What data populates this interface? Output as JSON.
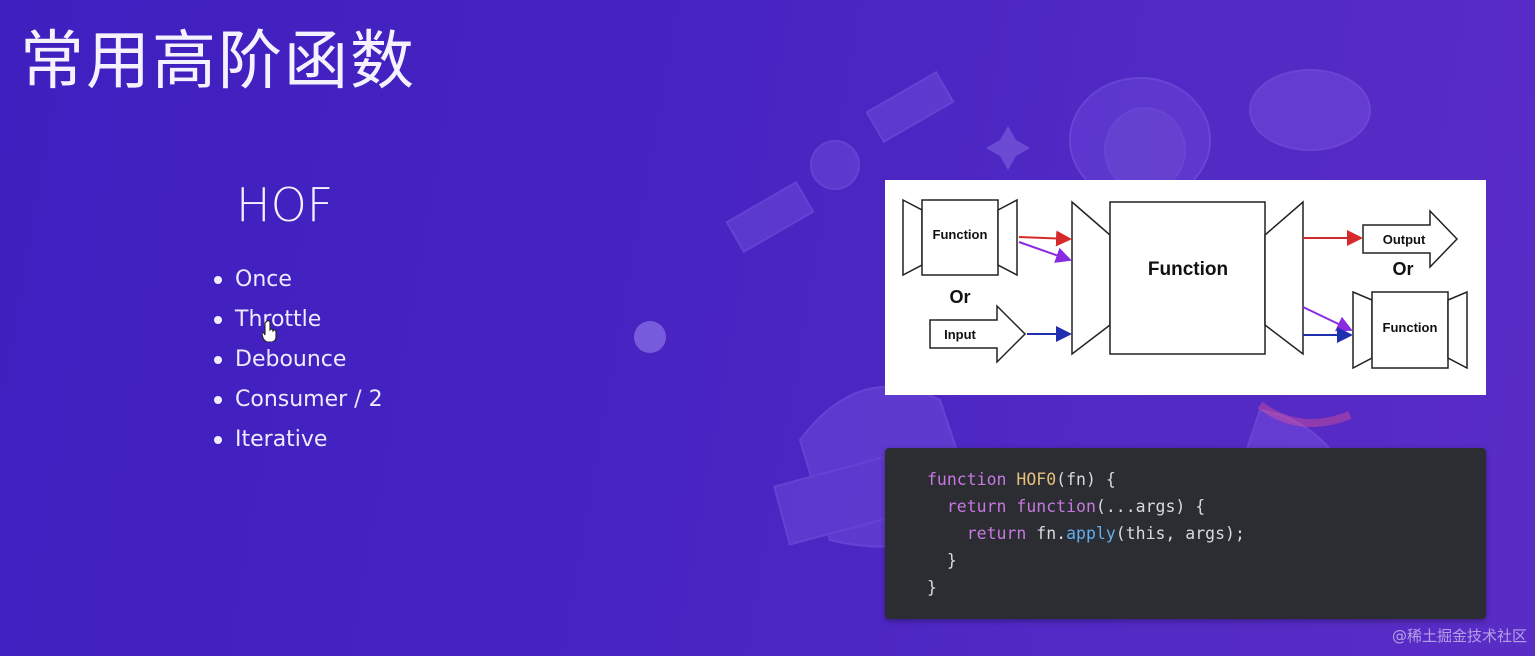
{
  "slide": {
    "title": "常用高阶函数",
    "section_heading": "HOF",
    "items": [
      "Once",
      "Throttle",
      "Debounce",
      "Consumer / 2",
      "Iterative"
    ]
  },
  "diagram": {
    "left_function_label": "Function",
    "left_or_label": "Or",
    "input_label": "Input",
    "center_label": "Function",
    "output_label": "Output",
    "right_or_label": "Or",
    "right_function_label": "Function"
  },
  "code": {
    "lines": [
      [
        "function",
        " ",
        "HOF0",
        "(fn) {"
      ],
      [
        "  return",
        " ",
        "function",
        "(...args) {"
      ],
      [
        "    return",
        " fn.",
        "apply",
        "(this, args);"
      ],
      [
        "  }"
      ],
      [
        "}"
      ]
    ]
  },
  "watermark": "@稀土掘金技术社区",
  "colors": {
    "background": "#4824c2",
    "code_background": "#2b2d33",
    "keyword": "#c678dd",
    "function_name": "#e5c07b",
    "method": "#61afef",
    "arrow_red": "#d42a2a",
    "arrow_purple": "#8a2be2",
    "arrow_blue": "#1f2fb0"
  }
}
